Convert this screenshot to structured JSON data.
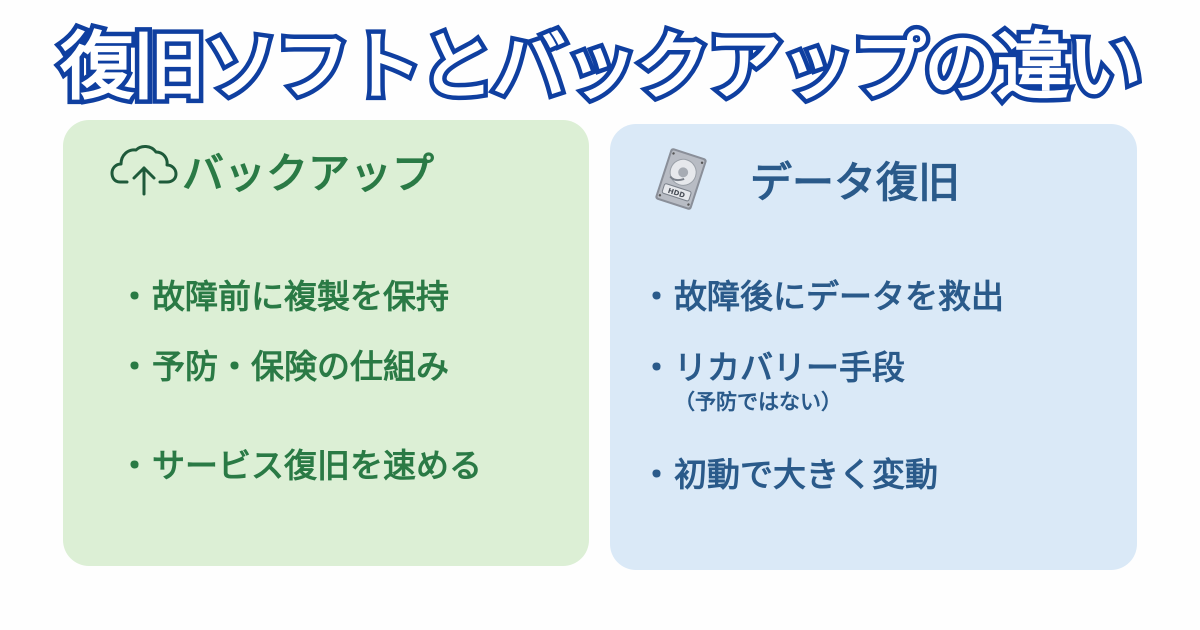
{
  "title": "復旧ソフトとバックアップの違い",
  "colors": {
    "title_fill": "#FFFFFF",
    "title_stroke": "#0F3FA0",
    "backup_bg": "#DCEFD5",
    "backup_text": "#2A7A45",
    "recovery_bg": "#DAE9F7",
    "recovery_text": "#2A5A8A"
  },
  "backup": {
    "icon": "cloud-upload-icon",
    "heading": "バックアップ",
    "bullet_marker": "・",
    "items": [
      {
        "text": "故障前に複製を保持"
      },
      {
        "text": "予防・保険の仕組み"
      },
      {
        "text": "サービス復旧を速める"
      }
    ]
  },
  "recovery": {
    "icon": "hdd-icon",
    "icon_label": "HDD",
    "heading": "データ復旧",
    "bullet_marker": "・",
    "items": [
      {
        "text": "故障後にデータを救出"
      },
      {
        "text": "リカバリー手段",
        "note": "（予防ではない）"
      },
      {
        "text": "初動で大きく変動"
      }
    ]
  }
}
